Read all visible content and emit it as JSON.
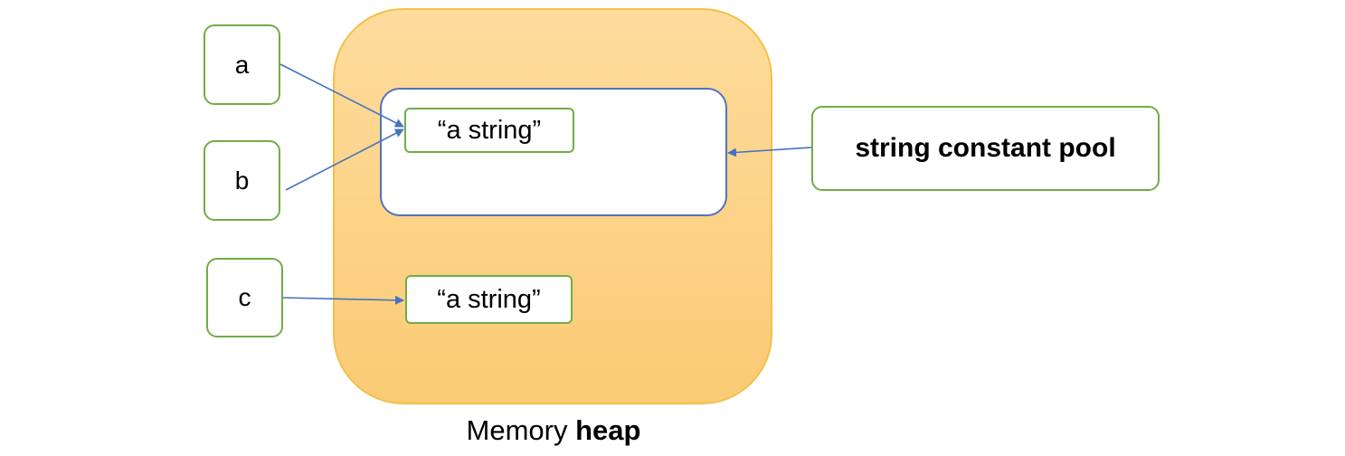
{
  "variables": {
    "a": "a",
    "b": "b",
    "c": "c"
  },
  "heap": {
    "caption_normal": "Memory ",
    "caption_bold": "heap"
  },
  "pool": {
    "label": "string constant pool",
    "string_value": "“a string”"
  },
  "heap_string": {
    "value": "“a string”"
  },
  "colors": {
    "heap_fill": "#fbcb75",
    "heap_border": "#f3c04a",
    "pool_border": "#4f74bd",
    "box_border": "#70ad47",
    "arrow": "#4472c4"
  }
}
